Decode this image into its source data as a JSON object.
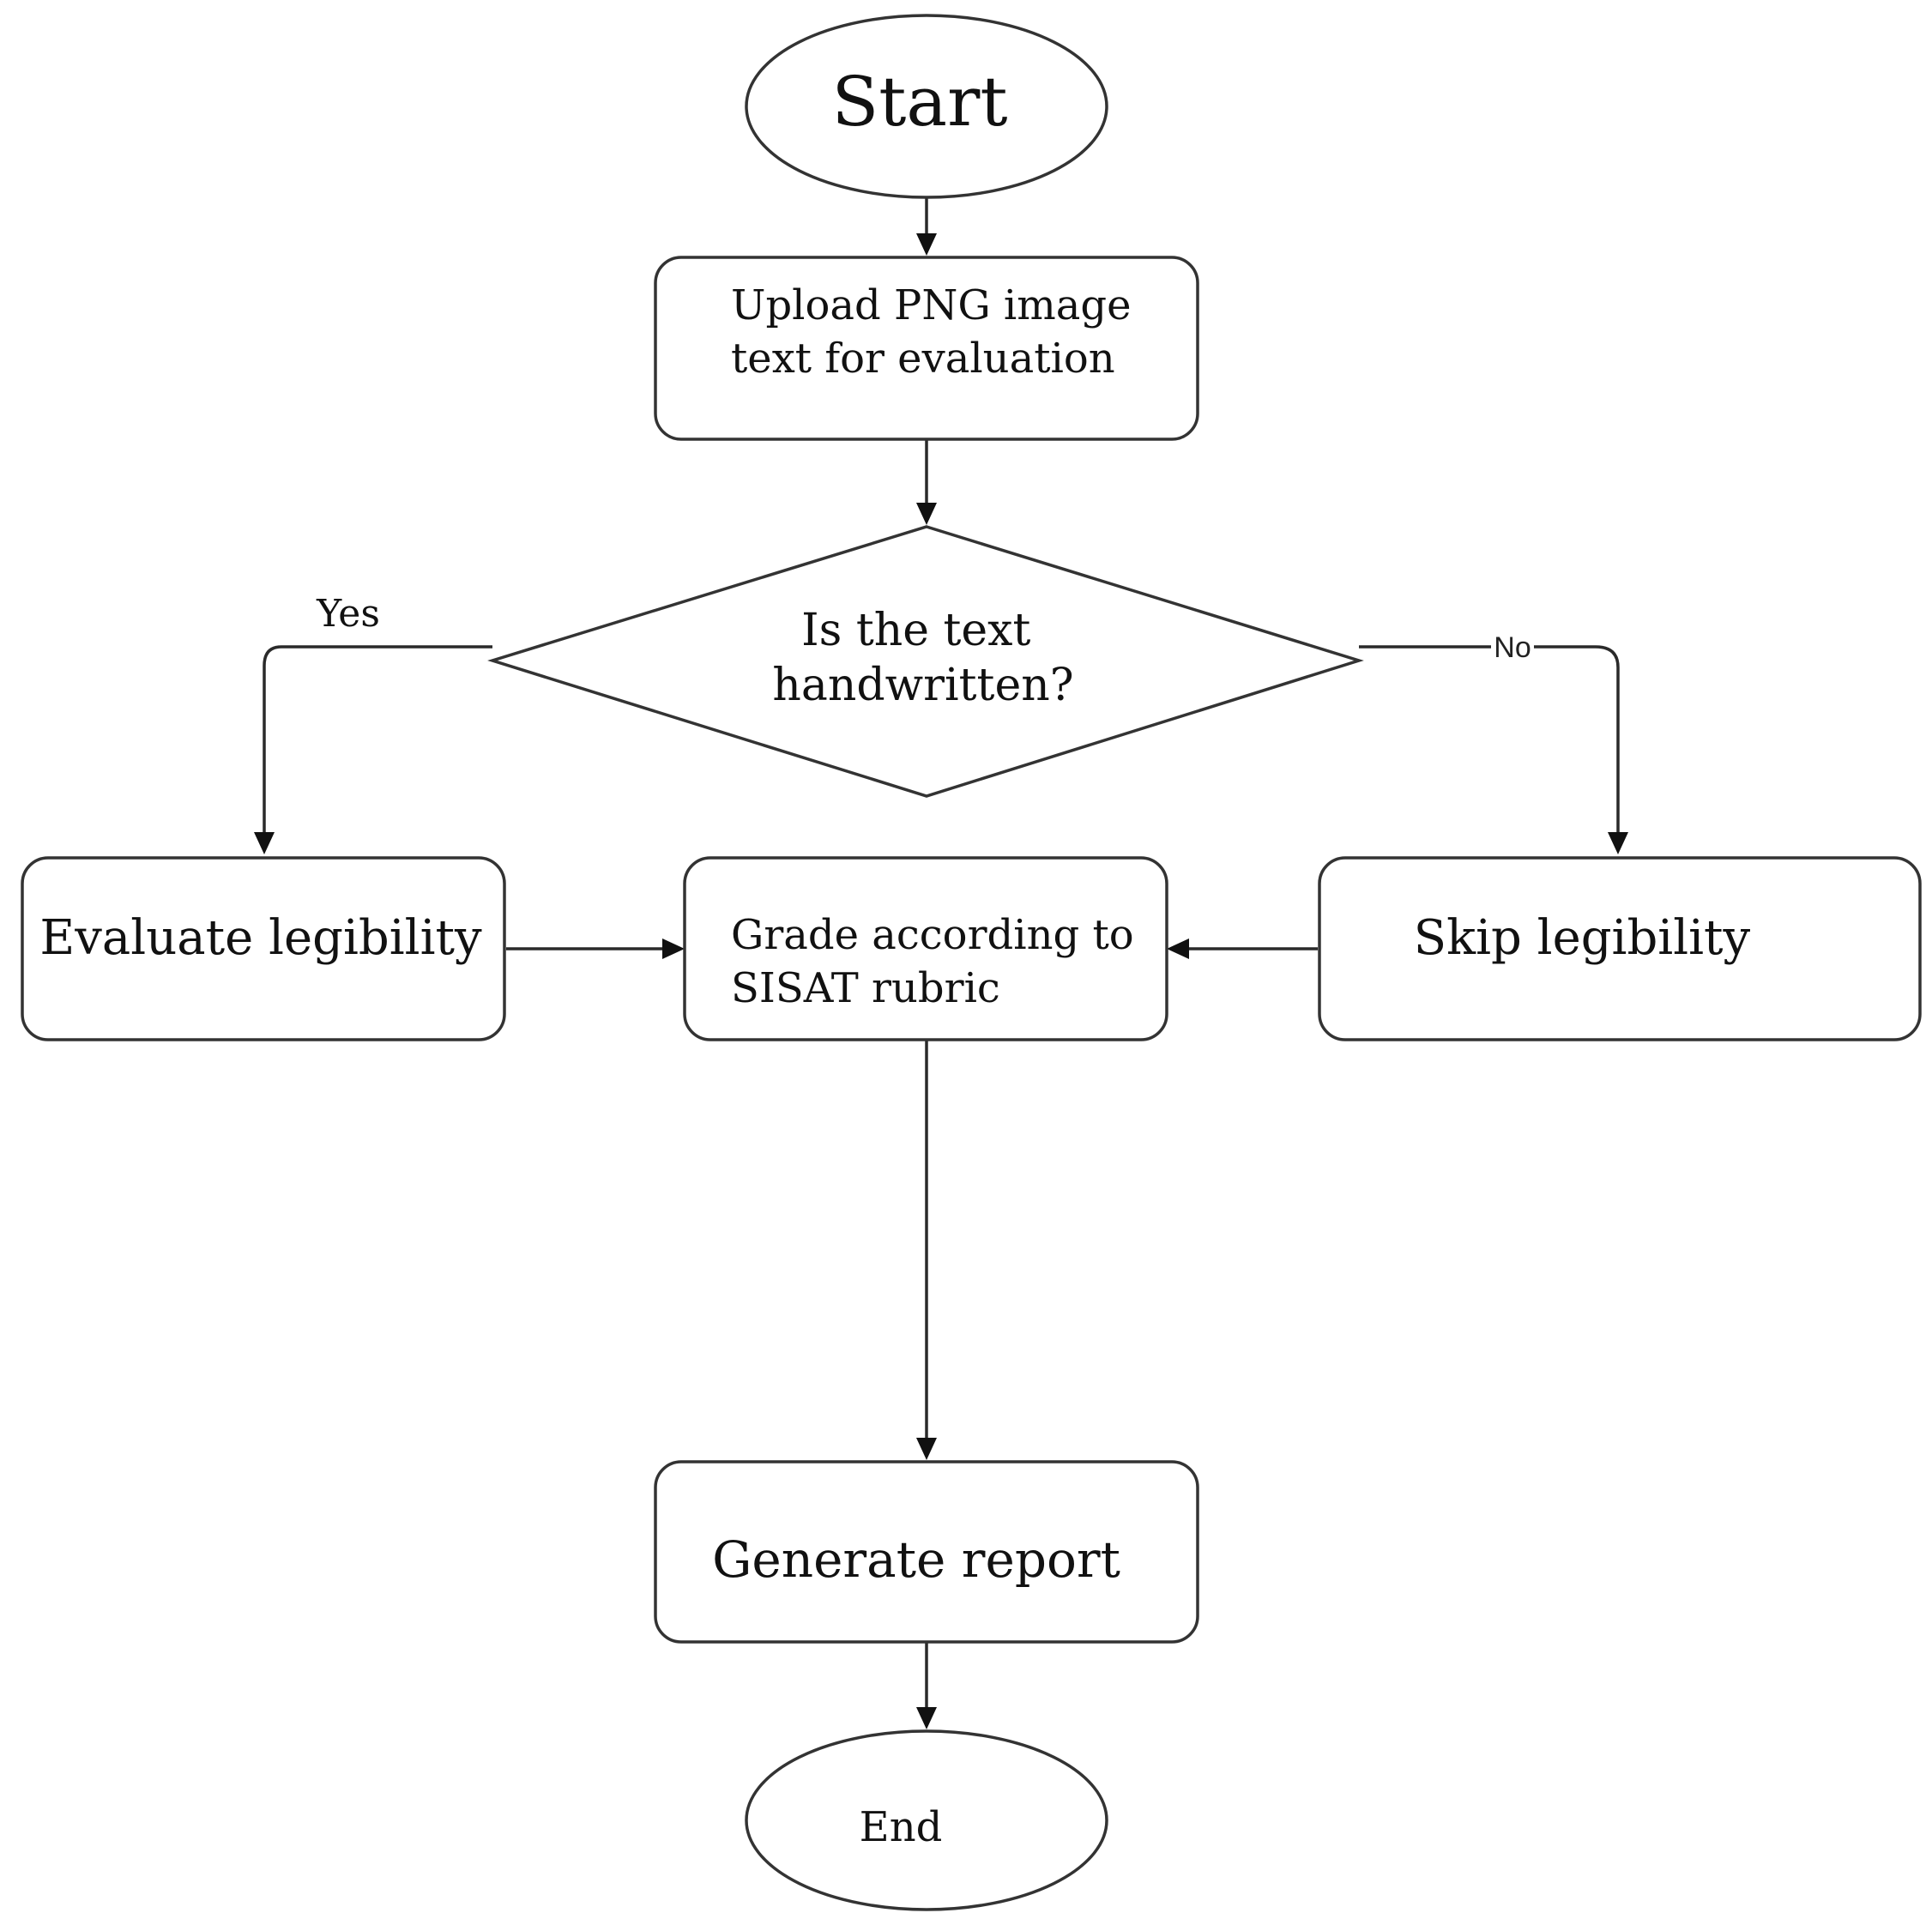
{
  "nodes": {
    "start": {
      "text": "Start"
    },
    "upload": {
      "lines": [
        "Upload PNG image",
        "text for evaluation"
      ]
    },
    "decision": {
      "lines": [
        "Is the text",
        "handwritten?"
      ]
    },
    "evaluate": {
      "text": "Evaluate legibility"
    },
    "grade": {
      "lines": [
        "Grade according to",
        "SISAT rubric"
      ]
    },
    "skip": {
      "text": "Skip legibility"
    },
    "report": {
      "text": "Generate report"
    },
    "end": {
      "text": "End"
    }
  },
  "edges": {
    "yes_label": "Yes",
    "no_label": "No"
  }
}
